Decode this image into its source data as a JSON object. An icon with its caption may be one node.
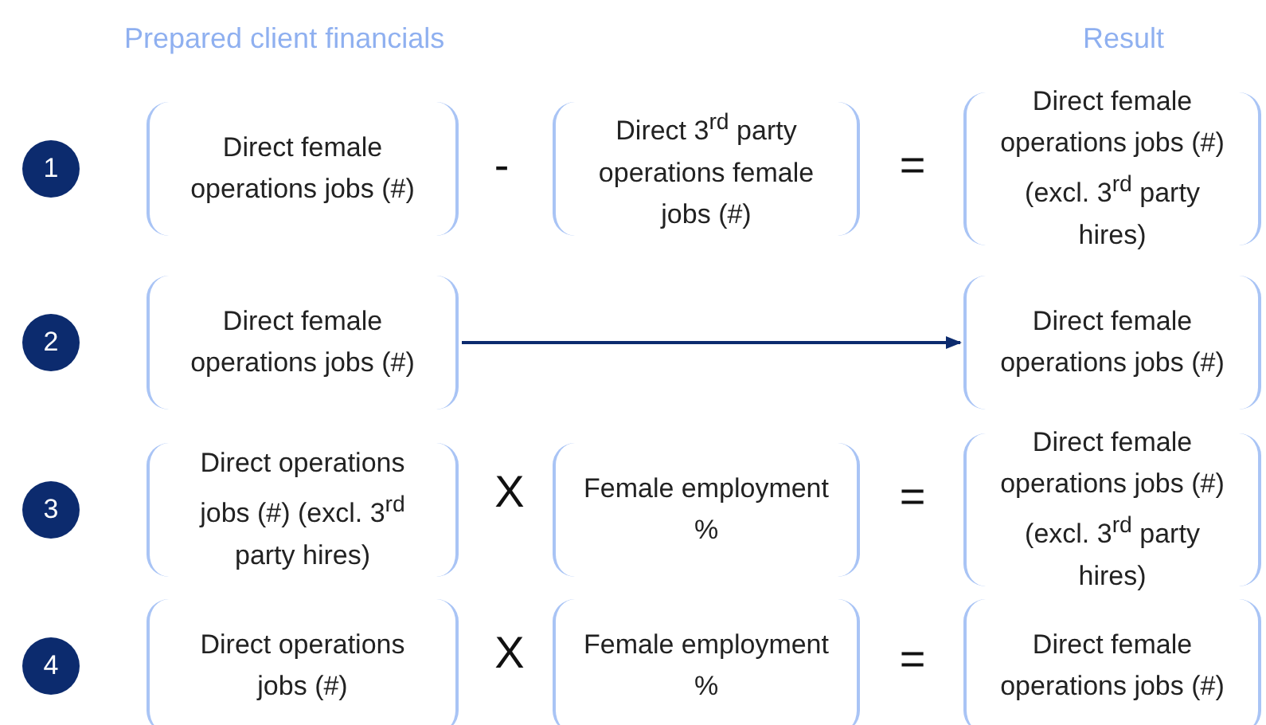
{
  "diagram": {
    "nodes": [
      {
        "text": [
          "1"
        ]
      },
      {
        "text": [
          "Direct female operations jobs (#)"
        ]
      },
      {
        "text": [
          "Direct 3$^{rd}$ party operations female jobs (#)"
        ]
      },
      {
        "text": [
          "Direct female operations jobs (#) (excl. 3$^{rd}$ party hires)"
        ]
      },
      {
        "text": [
          "2"
        ]
      },
      {
        "text": [
          "Direct female operations jobs (#)"
        ]
      },
      {
        "text": [
          "Direct female operations jobs (#)"
        ]
      },
      {
        "text": [
          "3"
        ]
      },
      {
        "text": [
          "Direct operations jobs (#) (excl. 3$^{rd}$ party hires)"
        ]
      },
      {
        "text": [
          "Female employment %"
        ]
      },
      {
        "text": [
          "Direct female operations jobs (#) (excl. 3$^{rd}$ party hires)"
        ]
      },
      {
        "text": [
          "4"
        ]
      },
      {
        "text": [
          "Direct operations jobs (#)"
        ]
      },
      {
        "text": [
          "Female employment %"
        ]
      },
      {
        "text": [
          "Direct female operations jobs (#)"
        ]
      }
    ],
    "edges": [
      {
        "from": 5,
        "to": 6,
        "arrow": "to"
      }
    ],
    "labels": [
      "Prepared client financials",
      "Result",
      "-",
      "=",
      "X",
      "=",
      "X",
      "="
    ]
  }
}
